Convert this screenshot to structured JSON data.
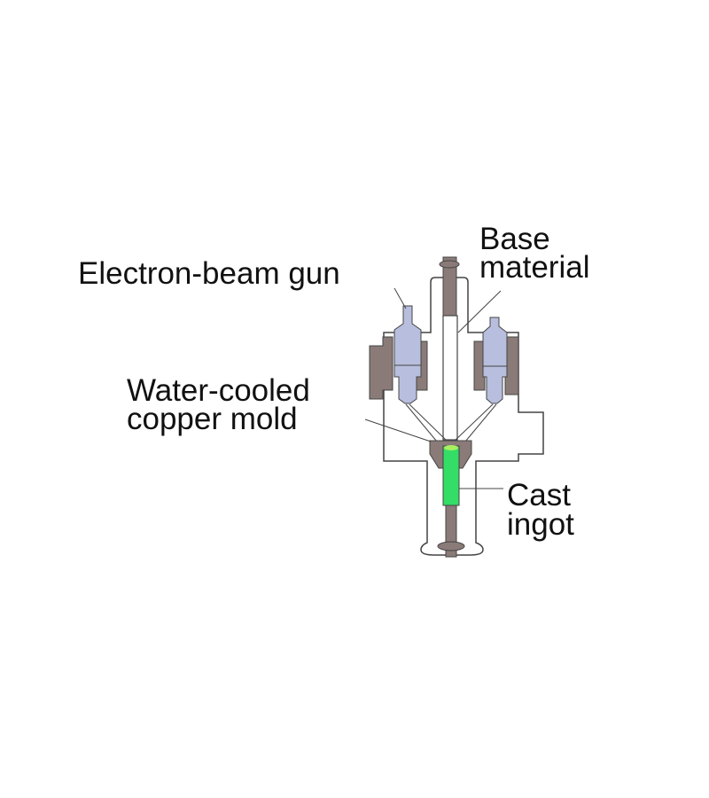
{
  "labels": {
    "gun": "Electron-beam gun",
    "base_line1": "Base",
    "base_line2": "material",
    "mold_line1": "Water-cooled",
    "mold_line2": "copper mold",
    "ingot_line1": "Cast",
    "ingot_line2": "ingot"
  },
  "colors": {
    "outline": "#444444",
    "brown": "#8a7b78",
    "gun": "#b8bedd",
    "ingot": "#33dd66"
  }
}
